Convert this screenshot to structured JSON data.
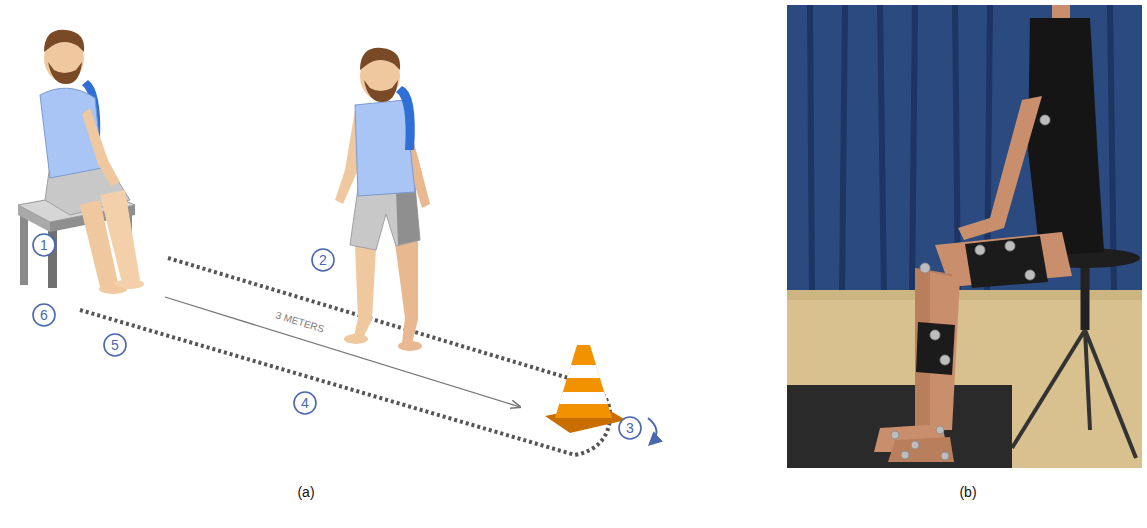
{
  "diagram": {
    "nodes": [
      {
        "text": [
          "1"
        ]
      },
      {
        "text": [
          "2"
        ]
      },
      {
        "text": [
          "3"
        ]
      },
      {
        "text": [
          "4"
        ]
      },
      {
        "text": [
          "5"
        ]
      },
      {
        "text": [
          "6"
        ]
      }
    ],
    "labels": [
      "3 METERS",
      "(a)",
      "(b)"
    ]
  }
}
